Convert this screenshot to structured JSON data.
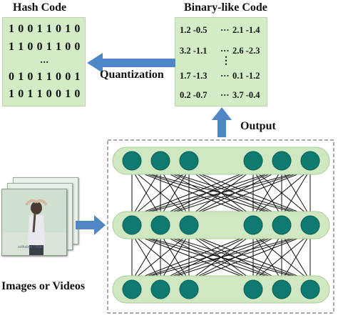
{
  "hash_code": {
    "title": "Hash Code",
    "rows": [
      "1 0 0 1 1 0 1 0",
      "1 1 0 0 1 1 0 0",
      "...",
      "0 1 0 1 1 0 0 1",
      "1 0 1 1 0 0 1 0"
    ]
  },
  "binary_like_code": {
    "title": "Binary-like Code",
    "rows": [
      {
        "left": "1.2  -0.5",
        "mid": "···",
        "right": "2.1  -1.4"
      },
      {
        "left": "3.2  -1.1",
        "mid": "···",
        "right": "2.6  -2.3"
      },
      {
        "left": "",
        "mid": "⋮",
        "right": ""
      },
      {
        "left": "1.7  -1.3",
        "mid": "···",
        "right": "0.1  -1.2"
      },
      {
        "left": "0.2  -0.7",
        "mid": "···",
        "right": "3.7  -0.4"
      }
    ]
  },
  "labels": {
    "quantization": "Quantization",
    "output": "Output",
    "input": "Images or Videos",
    "photo_caption": "sothebys / 2017"
  },
  "colors": {
    "box_fill": "#d3ecc6",
    "arrow": "#4f86c6",
    "node": "#0f7a70",
    "layer_fill": "#cfe8c2"
  },
  "network": {
    "layers": 3,
    "nodes_per_layer": 6
  }
}
